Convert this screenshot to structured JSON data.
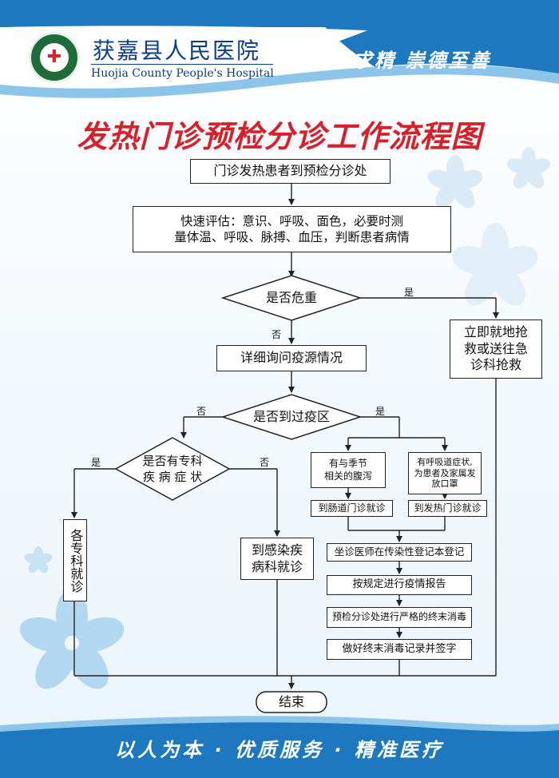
{
  "header": {
    "hospital_name_cn": "获嘉县人民医院",
    "hospital_name_en": "Huojia County People's Hospital",
    "motto": "博学求精  崇德至善",
    "colors": {
      "header_blue": "#1e78bf",
      "header_light": "#8cc4ea",
      "title_red": "#d8202a",
      "text_navy": "#0b3d8c"
    }
  },
  "title": "发热门诊预检分诊工作流程图",
  "flow": {
    "start": "门诊发热患者到预检分诊处",
    "assess_line1": "快速评估：意识、呼吸、面色，必要时测",
    "assess_line2": "量体温、呼吸、脉搏、血压，判断患者病情",
    "decision_critical": "是否危重",
    "rescue_line1": "立即就地抢",
    "rescue_line2": "救或送往急",
    "rescue_line3": "诊科抢救",
    "inquiry": "详细询问疫源情况",
    "decision_epidemic": "是否到过疫区",
    "decision_specialty_line1": "是否有专科",
    "decision_specialty_line2": "疾 病 症 状",
    "specialty_clinic": "各专科就诊",
    "infectious_line1": "到感染疾",
    "infectious_line2": "病科就诊",
    "diarrhea_line1": "有与季节",
    "diarrhea_line2": "相关的腹泻",
    "respiratory_line1": "有呼吸道症状,",
    "respiratory_line2": "为患者及家属发",
    "respiratory_line3": "放口罩",
    "intestinal_clinic": "到肠道门诊就诊",
    "fever_clinic": "到发热门诊就诊",
    "register": "坐诊医师在传染性登记本登记",
    "report": "按规定进行疫情报告",
    "disinfect": "预检分诊处进行严格的终末消毒",
    "record": "做好终末消毒记录并签字",
    "end": "结束",
    "yes": "是",
    "no": "否"
  },
  "footer": {
    "slogan": "以人为本 · 优质服务 · 精准医疗"
  }
}
